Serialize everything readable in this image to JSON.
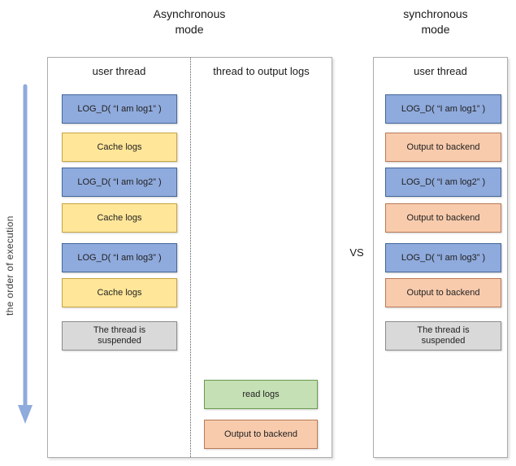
{
  "titles": {
    "async": "Asynchronous\nmode",
    "sync": "synchronous\nmode"
  },
  "vs_label": "VS",
  "order_axis": {
    "label": "the order of execution",
    "arrow_color": "#8faadc"
  },
  "async_panel": {
    "user_thread_header": "user thread",
    "output_thread_header": "thread to output logs",
    "user_thread_boxes": [
      {
        "label": "LOG_D( “I am log1” )",
        "type": "log-call"
      },
      {
        "label": "Cache logs",
        "type": "cache"
      },
      {
        "label": "LOG_D( “I am log2” )",
        "type": "log-call"
      },
      {
        "label": "Cache logs",
        "type": "cache"
      },
      {
        "label": "LOG_D( “I am log3” )",
        "type": "log-call"
      },
      {
        "label": "Cache logs",
        "type": "cache"
      },
      {
        "label": "The thread is\nsuspended",
        "type": "suspended"
      }
    ],
    "output_thread_boxes": [
      {
        "label": "read logs",
        "type": "read"
      },
      {
        "label": "Output to backend",
        "type": "output"
      }
    ]
  },
  "sync_panel": {
    "user_thread_header": "user thread",
    "user_thread_boxes": [
      {
        "label": "LOG_D( “I am log1” )",
        "type": "log-call"
      },
      {
        "label": "Output to backend",
        "type": "output"
      },
      {
        "label": "LOG_D( “I am log2” )",
        "type": "log-call"
      },
      {
        "label": "Output to backend",
        "type": "output"
      },
      {
        "label": "LOG_D( “I am log3” )",
        "type": "log-call"
      },
      {
        "label": "Output to backend",
        "type": "output"
      },
      {
        "label": "The thread is\nsuspended",
        "type": "suspended"
      }
    ]
  },
  "colors": {
    "log_call_fill": "#8faadc",
    "log_call_border": "#44679b",
    "cache_fill": "#ffe699",
    "cache_border": "#c7a443",
    "output_fill": "#f8cbad",
    "output_border": "#b97a57",
    "read_fill": "#c5e0b4",
    "read_border": "#6a9a50",
    "suspended_fill": "#d9d9d9",
    "suspended_border": "#8c8c8c",
    "panel_border": "#ababab"
  }
}
